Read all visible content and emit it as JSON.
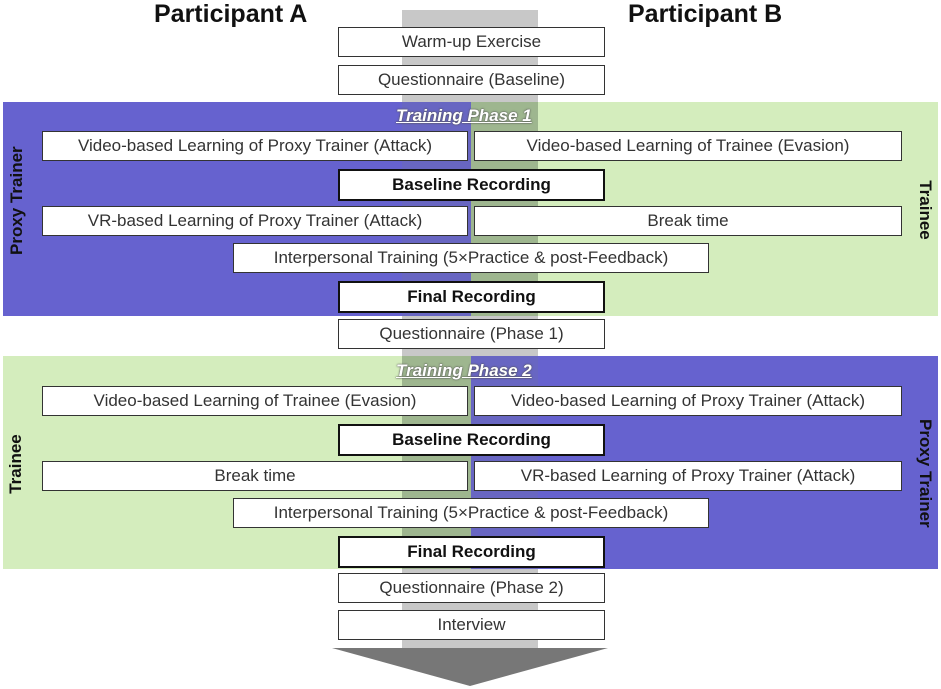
{
  "headers": {
    "participant_a": "Participant A",
    "participant_b": "Participant B"
  },
  "steps": {
    "warmup": "Warm-up Exercise",
    "questionnaire_baseline": "Questionnaire (Baseline)",
    "questionnaire_phase1": "Questionnaire (Phase 1)",
    "questionnaire_phase2": "Questionnaire (Phase 2)",
    "interview": "Interview"
  },
  "phase1": {
    "title": "Training Phase 1",
    "left_role": "Proxy Trainer",
    "right_role": "Trainee",
    "video_left": "Video-based Learning of Proxy Trainer (Attack)",
    "video_right": "Video-based Learning of Trainee (Evasion)",
    "baseline_recording": "Baseline Recording",
    "vr_left": "VR-based Learning of Proxy Trainer (Attack)",
    "break_right": "Break time",
    "interpersonal": "Interpersonal Training (5×Practice & post-Feedback)",
    "final_recording": "Final Recording"
  },
  "phase2": {
    "title": "Training Phase 2",
    "left_role": "Trainee",
    "right_role": "Proxy Trainer",
    "video_left": "Video-based Learning of Trainee (Evasion)",
    "video_right": "Video-based Learning of Proxy Trainer (Attack)",
    "baseline_recording": "Baseline Recording",
    "break_left": "Break time",
    "vr_right": "VR-based Learning of Proxy Trainer (Attack)",
    "interpersonal": "Interpersonal Training (5×Practice & post-Feedback)",
    "final_recording": "Final Recording"
  },
  "colors": {
    "proxy_trainer": "#6662cf",
    "trainee": "#d4edbd",
    "spine": "#c8c8c8",
    "arrow": "#777777"
  }
}
